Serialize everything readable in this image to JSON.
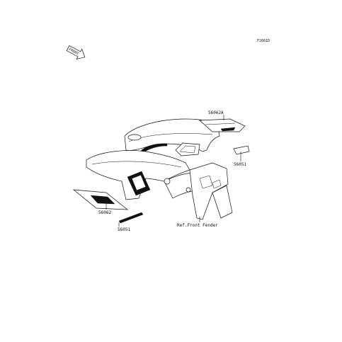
{
  "diagram_code": "F2661D",
  "front_label": "FRONT",
  "labels": {
    "p56062A": "56062A",
    "p56051_right": "56051",
    "p56062": "56062",
    "p56051_left": "56051",
    "ref_fender": "Ref.Front Fender"
  },
  "colors": {
    "line": "#111111",
    "background": "#ffffff"
  },
  "icons": {
    "front_arrow": "front-direction-arrow-icon"
  }
}
